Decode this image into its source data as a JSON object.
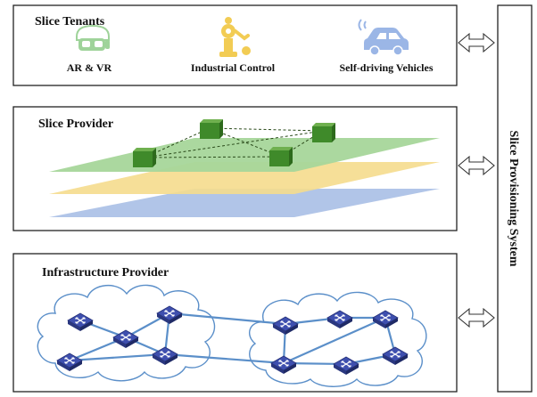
{
  "tenants": {
    "title": "Slice Tenants",
    "items": [
      {
        "label": "AR & VR",
        "icon": "vr-headset-icon",
        "color": "#9fd39a"
      },
      {
        "label": "Industrial Control",
        "icon": "industrial-robot-icon",
        "color": "#f2cc54"
      },
      {
        "label": "Self-driving Vehicles",
        "icon": "connected-car-icon",
        "color": "#9bb6e6"
      }
    ]
  },
  "provider": {
    "title": "Slice Provider",
    "layer_colors": [
      "#a9bfe6",
      "#f5dc8d",
      "#a7d69a"
    ],
    "node_color": "#3f8a2a"
  },
  "infrastructure": {
    "title": "Infrastructure Provider",
    "router_color": "#3e4fae",
    "link_color": "#5b8fc9"
  },
  "system": {
    "label": "Slice Provisioning System"
  }
}
